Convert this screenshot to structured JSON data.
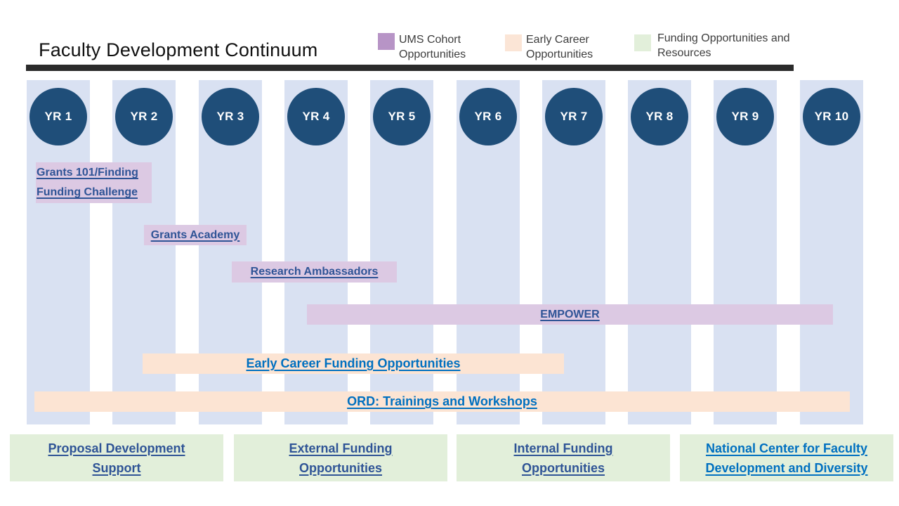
{
  "title": "Faculty Development Continuum",
  "legend": {
    "items": [
      {
        "name": "ums-cohort",
        "color": "#B794C6",
        "lines": [
          "UMS Cohort",
          "Opportunities"
        ]
      },
      {
        "name": "early-career",
        "color": "#FBE5D6",
        "lines": [
          "Early Career",
          "Opportunities"
        ]
      },
      {
        "name": "funding-resources",
        "color": "#E2EFDA",
        "lines": [
          "Funding Opportunities and",
          "Resources"
        ]
      }
    ]
  },
  "years": [
    "YR 1",
    "YR 2",
    "YR 3",
    "YR 4",
    "YR 5",
    "YR 6",
    "YR 7",
    "YR 8",
    "YR 9",
    "YR 10"
  ],
  "programs": {
    "grants101": {
      "lines": [
        "Grants 101/Finding",
        "Funding Challenge"
      ]
    },
    "grants_academy": "Grants Academy",
    "research_ambassadors": "Research Ambassadors",
    "empower": "EMPOWER",
    "early_career_funding": "Early Career Funding Opportunities",
    "ord_trainings": "ORD: Trainings and Workshops"
  },
  "footer": [
    {
      "lines": [
        "Proposal Development",
        "Support"
      ]
    },
    {
      "lines": [
        "External Funding",
        "Opportunities"
      ]
    },
    {
      "lines": [
        "Internal Funding",
        "Opportunities"
      ]
    },
    {
      "lines": [
        "National Center for Faculty",
        "Development and Diversity"
      ]
    }
  ],
  "colors": {
    "ums_cohort_swatch": "#B794C6",
    "ums_cohort_bar": "#DCC9E3",
    "early_career": "#FCE4D3",
    "funding_resources": "#E2EFDA",
    "year_circle": "#1F4E79",
    "year_column": "#D9E1F2",
    "link_navy": "#2F5496",
    "link_blue": "#0070C0",
    "title_rule": "#2b2b2b"
  }
}
